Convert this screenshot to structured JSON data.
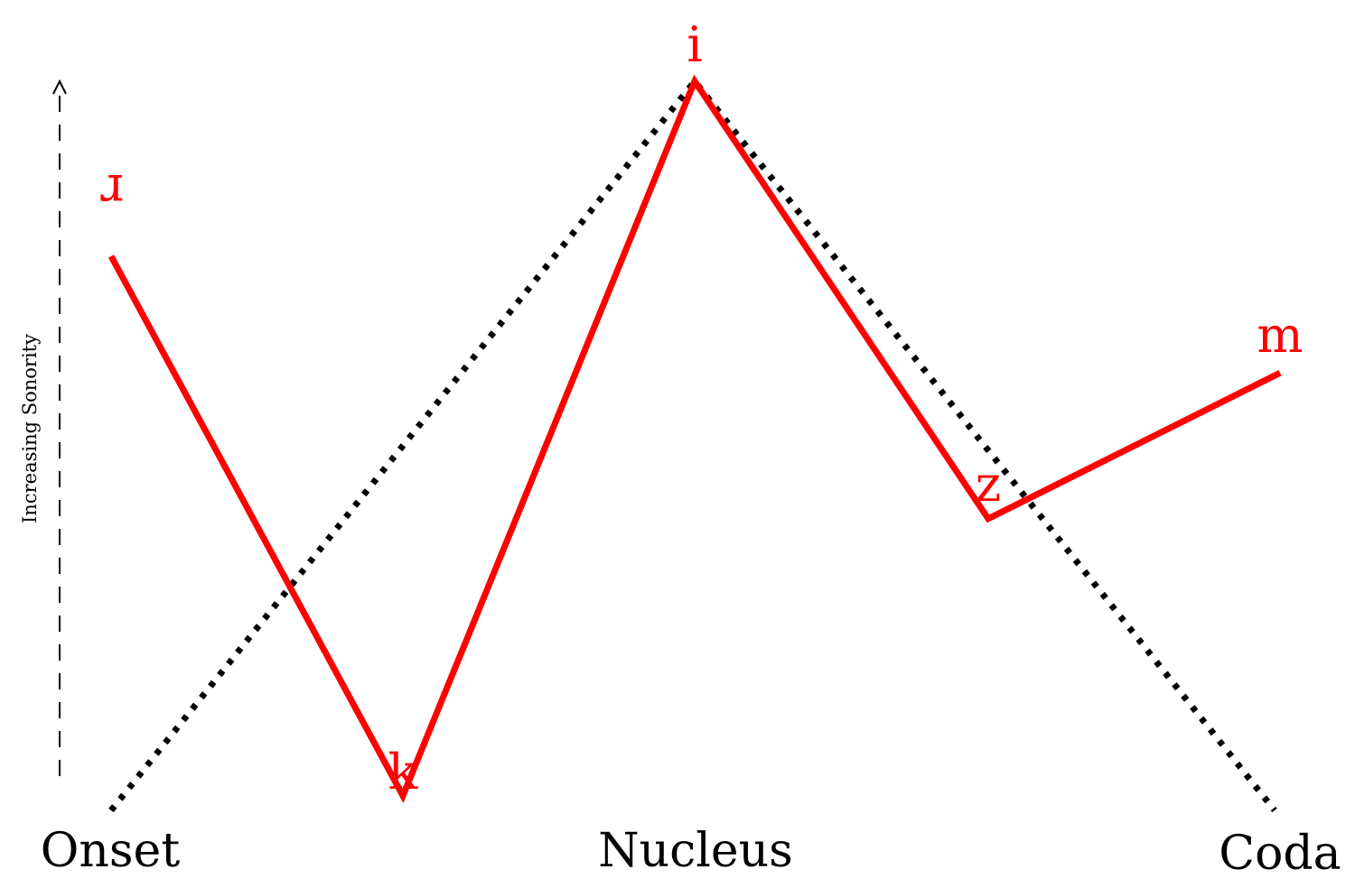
{
  "axis": {
    "label": "Increasing Sonority"
  },
  "positions": {
    "onset": "Onset",
    "nucleus": "Nucleus",
    "coda": "Coda"
  },
  "segments": [
    {
      "symbol": "ɹ",
      "position": "onset",
      "sonority": 0.76
    },
    {
      "symbol": "k",
      "position": "onset",
      "sonority": 0.02
    },
    {
      "symbol": "i",
      "position": "nucleus",
      "sonority": 1.0
    },
    {
      "symbol": "z",
      "position": "coda",
      "sonority": 0.4
    },
    {
      "symbol": "m",
      "position": "coda",
      "sonority": 0.6
    }
  ],
  "ideal_profile": [
    {
      "position": "onset",
      "sonority": 0.0
    },
    {
      "position": "nucleus",
      "sonority": 1.0
    },
    {
      "position": "coda",
      "sonority": 0.0
    }
  ],
  "colors": {
    "actual": "#ff0000",
    "ideal": "#000000",
    "axis": "#000000"
  }
}
